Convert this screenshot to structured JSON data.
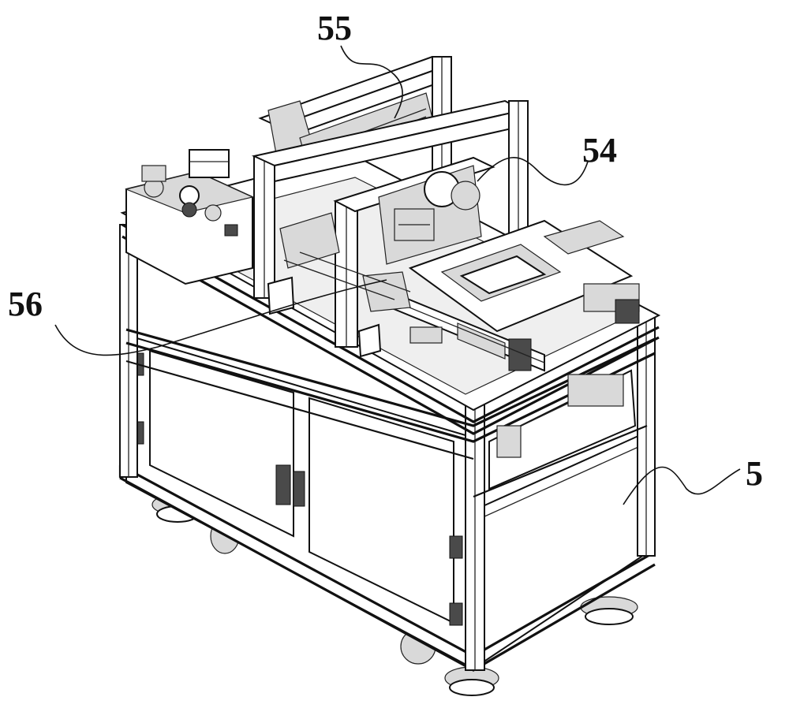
{
  "labels": {
    "l55": "55",
    "l54": "54",
    "l56": "56",
    "l5": "5"
  }
}
